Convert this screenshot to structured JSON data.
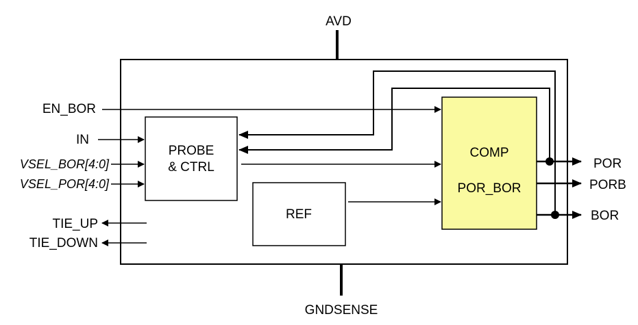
{
  "supply": {
    "top": "AVD",
    "bottom": "GNDSENSE"
  },
  "inputs": {
    "en_bor": "EN_BOR",
    "in": "IN",
    "vsel_bor": "VSEL_BOR[4:0]",
    "vsel_por": "VSEL_POR[4:0]"
  },
  "tie_outputs": {
    "up": "TIE_UP",
    "down": "TIE_DOWN"
  },
  "blocks": {
    "probe": {
      "line1": "PROBE",
      "line2": "& CTRL"
    },
    "ref": "REF",
    "comp": {
      "line1": "COMP",
      "line2": "POR_BOR",
      "fill": "#fafaa0"
    }
  },
  "outputs": {
    "por": "POR",
    "porb": "PORB",
    "bor": "BOR"
  }
}
